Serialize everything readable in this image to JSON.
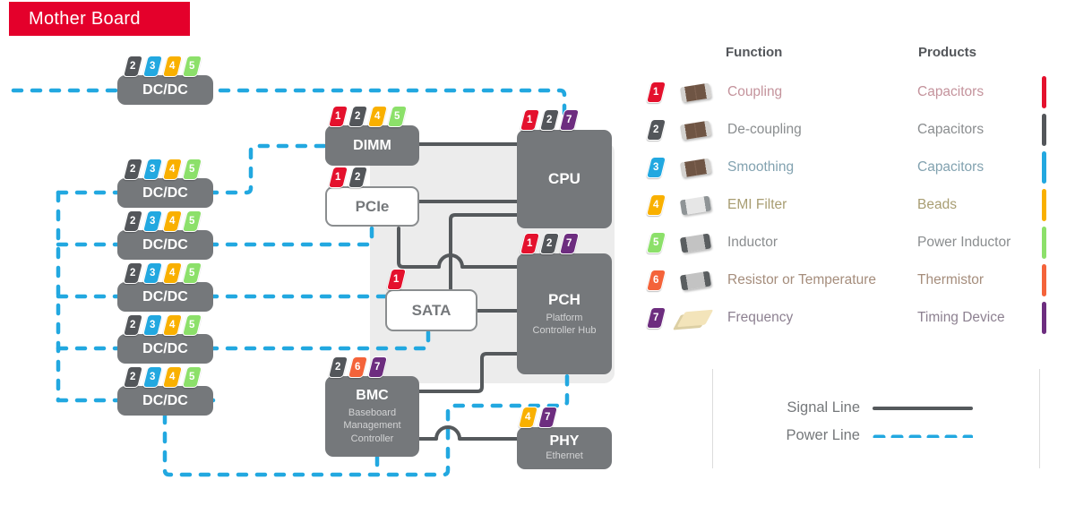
{
  "title": "Mother Board",
  "badge_colors": {
    "1": "#e4112d",
    "2": "#53565a",
    "3": "#22a8e0",
    "4": "#f9b000",
    "5": "#8ce06a",
    "6": "#f4633a",
    "7": "#6d2d7f"
  },
  "blocks": {
    "dcdc": {
      "label": "DC/DC",
      "badges": [
        2,
        3,
        4,
        5
      ]
    },
    "dimm": {
      "label": "DIMM",
      "badges": [
        1,
        2,
        4,
        5
      ]
    },
    "cpu": {
      "label": "CPU",
      "badges": [
        1,
        2,
        7
      ]
    },
    "pcie": {
      "label": "PCIe",
      "badges": [
        1,
        2
      ]
    },
    "sata": {
      "label": "SATA",
      "badges": [
        1
      ]
    },
    "pch": {
      "label": "PCH",
      "sublabel": "Platform Controller Hub",
      "badges": [
        1,
        2,
        7
      ]
    },
    "bmc": {
      "label": "BMC",
      "sublabel": "Baseboard Management Controller",
      "badges": [
        2,
        6,
        7
      ]
    },
    "phy": {
      "label": "PHY",
      "sublabel": "Ethernet",
      "badges": [
        4,
        7
      ]
    }
  },
  "legend": {
    "function_header": "Function",
    "products_header": "Products",
    "rows": [
      {
        "badge": [
          1
        ],
        "icon": "capacitor",
        "function": "Coupling",
        "product": "Capacitors",
        "bar": "#e4112d",
        "tint": "#c4939c"
      },
      {
        "badge": [
          2
        ],
        "icon": "capacitor",
        "function": "De-coupling",
        "product": "Capacitors",
        "bar": "#53565a",
        "tint": "#8a8d8f"
      },
      {
        "badge": [
          3
        ],
        "icon": "capacitor",
        "function": "Smoothing",
        "product": "Capacitors",
        "bar": "#22a8e0",
        "tint": "#82a2b0"
      },
      {
        "badge": [
          4
        ],
        "icon": "chip-light",
        "function": "EMI Filter",
        "product": "Beads",
        "bar": "#f9b000",
        "tint": "#a89d72"
      },
      {
        "badge": [
          5
        ],
        "icon": "chip-dark",
        "function": "Inductor",
        "product": "Power Inductor",
        "bar": "#8ce06a",
        "tint": "#8a8d8f"
      },
      {
        "badge": [
          6
        ],
        "icon": "chip-dark",
        "function": "Resistor or Temperature",
        "product": "Thermistor",
        "bar": "#f4633a",
        "tint": "#a58d7c"
      },
      {
        "badge": [
          7
        ],
        "icon": "crystal",
        "function": "Frequency",
        "product": "Timing Device",
        "bar": "#6d2d7f",
        "tint": "#8d8191"
      }
    ]
  },
  "line_legend": {
    "signal_label": "Signal Line",
    "power_label": "Power Line",
    "signal_color": "#55595c",
    "power_color": "#22a8e0"
  }
}
